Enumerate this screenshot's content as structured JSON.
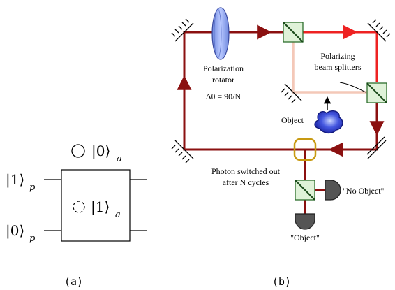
{
  "panel_a": {
    "input_p1": {
      "ket": "|1⟩",
      "sub": "p"
    },
    "input_p0": {
      "ket": "|0⟩",
      "sub": "p"
    },
    "top_state": {
      "ket": "|0⟩",
      "sub": "a"
    },
    "box_state": {
      "ket": "|1⟩",
      "sub": "a"
    },
    "caption": "(a)"
  },
  "panel_b": {
    "rotator_line1": "Polarization",
    "rotator_line2": "rotator",
    "rotator_angle": "Δθ = 90/N",
    "bs_line1": "Polarizing",
    "bs_line2": "beam splitters",
    "object_label": "Object",
    "switch_line1": "Photon switched out",
    "switch_line2": "after N cycles",
    "no_object_detector": "\"No Object\"",
    "object_detector": "\"Object\"",
    "caption": "(b)"
  },
  "colors": {
    "beam_dark": "#8b1010",
    "beam_bright": "#ee2222",
    "beam_faint": "#f4c8b8",
    "splitter_fill": "#dff2d8",
    "splitter_edge": "#2d6e2d",
    "rotator_fill": "#8fa8ee",
    "switch_ring": "#c89a12",
    "object_fill": "#2233cc",
    "detector_fill": "#555555"
  }
}
